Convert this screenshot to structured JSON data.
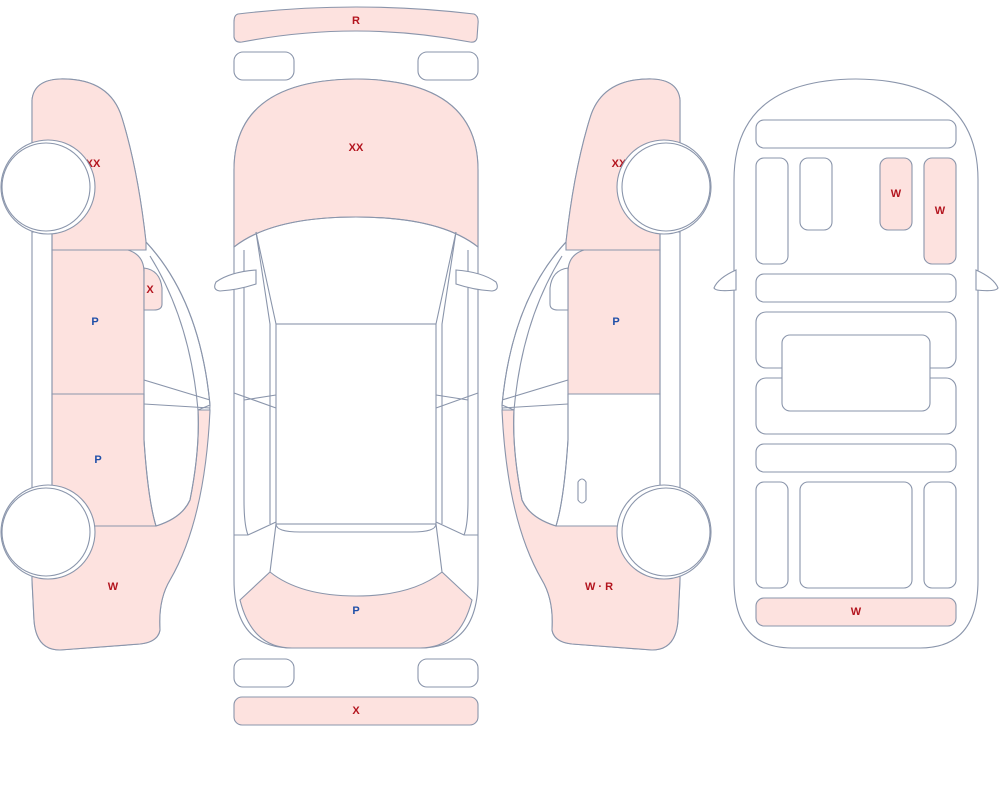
{
  "colors": {
    "outline": "#8a95ab",
    "damage": "#fde2df",
    "label_red": "#b3141e",
    "label_blue": "#1f4fa8"
  },
  "labels": {
    "rear_bumper_top": "R",
    "hood": "XX",
    "front_bumper_strip": "P",
    "front_bumper": "X",
    "left_fender": "XX",
    "left_small_panel": "X",
    "left_front_door": "P",
    "left_rear_door": "P",
    "left_quarter": "W",
    "right_fender": "XX",
    "right_front_door": "P",
    "right_quarter": "W · R",
    "under_panel_a": "W",
    "under_panel_b": "W",
    "under_bottom_bar": "W"
  }
}
